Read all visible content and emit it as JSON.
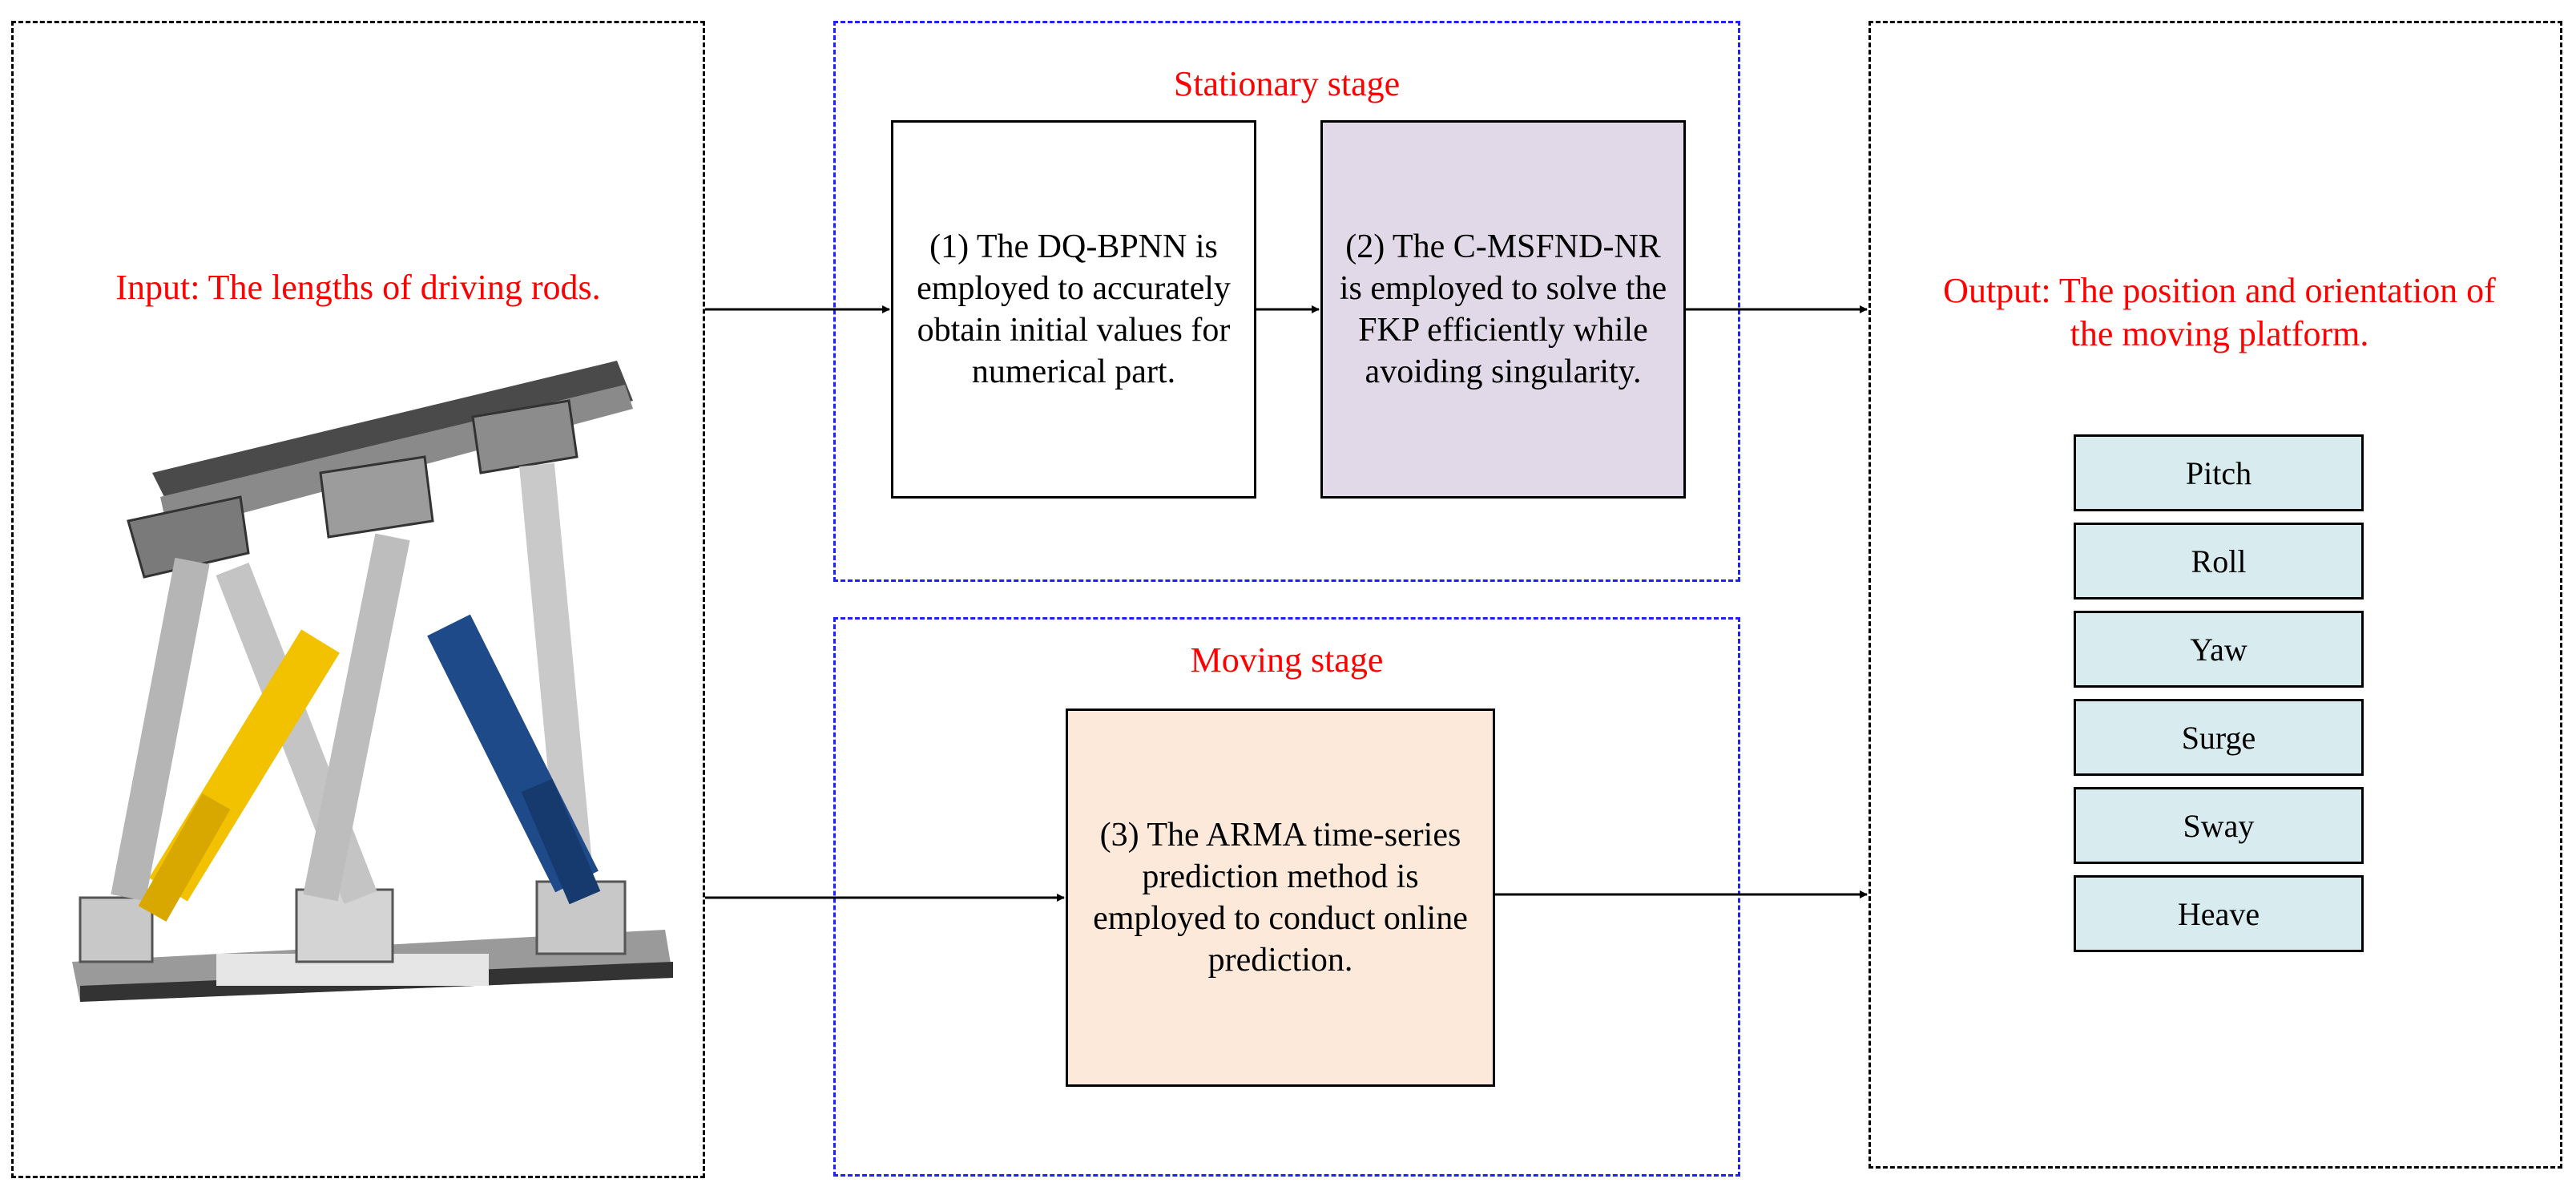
{
  "input": {
    "label": "Input: The lengths of driving rods."
  },
  "stationary_stage": {
    "title": "Stationary stage",
    "step1": "(1) The DQ-BPNN is employed to accurately obtain initial values for numerical part.",
    "step2": "(2) The C-MSFND-NR is employed to solve the FKP efficiently while avoiding singularity."
  },
  "moving_stage": {
    "title": "Moving stage",
    "step3": "(3) The ARMA time-series prediction method is employed to conduct online prediction."
  },
  "output": {
    "label": "Output: The position and orientation of the moving platform.",
    "dof": [
      "Pitch",
      "Roll",
      "Yaw",
      "Surge",
      "Sway",
      "Heave"
    ]
  },
  "colors": {
    "title_red": "#ff0000",
    "stage_border_blue": "#1f1fff",
    "step2_fill": "#e2d9e8",
    "step3_fill": "#fde9d9",
    "dof_fill": "#d8ecf0",
    "rod_yellow": "#f2c200",
    "rod_blue": "#1e4a8a"
  },
  "icons": {
    "platform": "stewart-platform-illustration"
  }
}
